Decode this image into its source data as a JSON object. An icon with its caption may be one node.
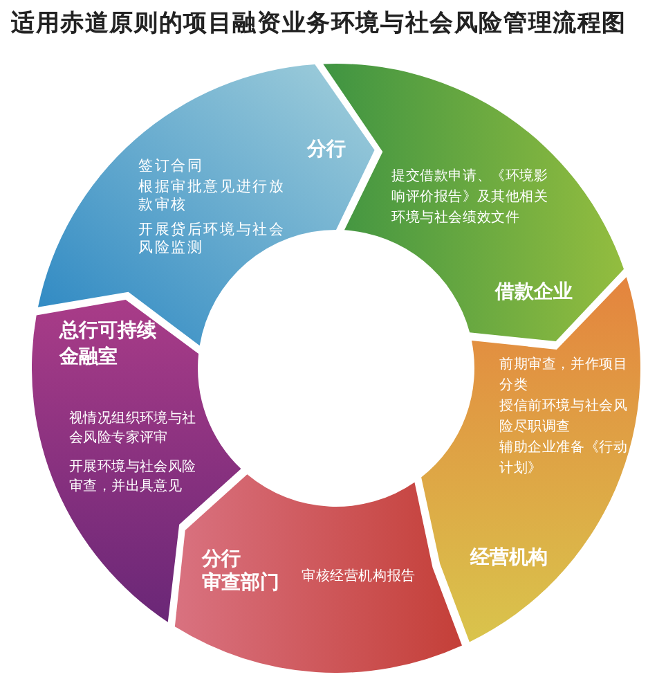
{
  "diagram": {
    "title": "适用赤道原则的项目融资业务环境与社会风险管理流程图",
    "nodes": [
      {
        "text": [
          "分行",
          "签订合同",
          "根据审批意见进行放款审核",
          "开展贷后环境与社会风险监测"
        ]
      },
      {
        "text": [
          "提交借款申请、《环境影响评价报告》及其他相关环境与社会绩效文件",
          "借款企业"
        ]
      },
      {
        "text": [
          "前期审查，并作项目分类",
          "授信前环境与社会风险尽职调查",
          "辅助企业准备《行动计划》",
          "经营机构"
        ]
      },
      {
        "text": [
          "分行审查部门",
          "审核经营机构报告"
        ]
      },
      {
        "text": [
          "总行可持续金融室",
          "视情况组织环境与社会风险专家评审",
          "开展环境与社会风险审查，并出具意见"
        ]
      }
    ]
  }
}
